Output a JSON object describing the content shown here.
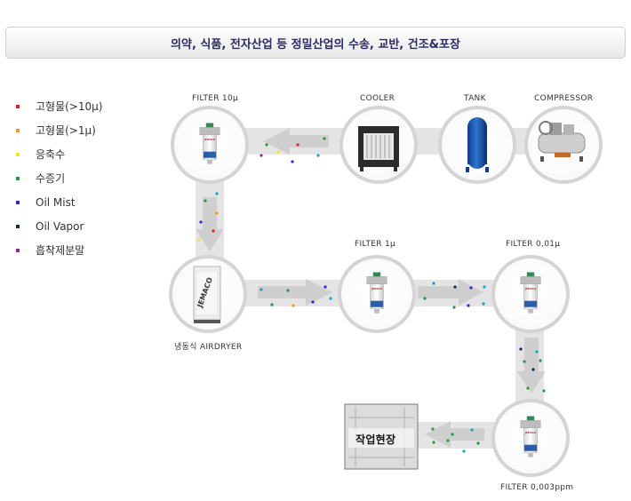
{
  "title": "의약, 식품, 전자산업 등 정밀산업의 수송, 교반, 건조&포장",
  "legend": [
    {
      "label": "고형물(>10μ)",
      "color": "#e0241d"
    },
    {
      "label": "고형물(>1μ)",
      "color": "#f39a1d"
    },
    {
      "label": "응축수",
      "color": "#f2e61a"
    },
    {
      "label": "수증기",
      "color": "#1f9a3c"
    },
    {
      "label": "Oil Mist",
      "color": "#2a2ad0"
    },
    {
      "label": "Oil Vapor",
      "color": "#0d2a5a"
    },
    {
      "label": "흡착제분말",
      "color": "#8a2a9a"
    }
  ],
  "nodes": {
    "filter10": "FILTER 10μ",
    "cooler": "COOLER",
    "tank": "TANK",
    "compressor": "COMPRESSOR",
    "airdryer": "냉동식 AIRDRYER",
    "filter1": "FILTER 1μ",
    "filter001": "FILTER 0,01μ",
    "filter0003": "FILTER 0,003ppm",
    "site": "작업현장"
  },
  "dryer_brand": "JEMACO",
  "filter_brand": "JEMACO",
  "colors": {
    "pipe": "#e3e3e3",
    "arrow": "#d2d2d2",
    "circle_border": "#d4d4d4"
  }
}
